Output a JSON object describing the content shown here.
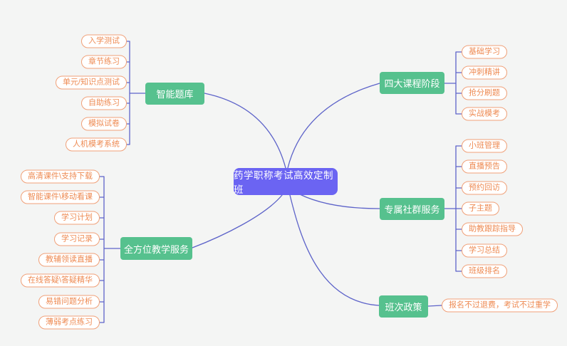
{
  "root": {
    "label": "药学职称考试高效定制班"
  },
  "colors": {
    "background": "#f4f5f4",
    "root_fill": "#6b64f2",
    "branch_fill": "#56c18e",
    "leaf_border": "#f0a078",
    "leaf_text": "#ee8a52",
    "connector_line": "#5d63c9"
  },
  "branches": [
    {
      "label": "智能题库",
      "children": [
        "入学测试",
        "章节练习",
        "单元/知识点测试",
        "自助练习",
        "模拟试卷",
        "人机模考系统"
      ]
    },
    {
      "label": "四大课程阶段",
      "children": [
        "基础学习",
        "冲刺精讲",
        "抢分刷题",
        "实战模考"
      ]
    },
    {
      "label": "专属社群服务",
      "children": [
        "小班管理",
        "直播预告",
        "预约回访",
        "子主题",
        "助教跟踪指导",
        "学习总结",
        "班级排名"
      ]
    },
    {
      "label": "班次政策",
      "children": [
        "报名不过退费，考试不过重学"
      ]
    },
    {
      "label": "全方位教学服务",
      "children": [
        "高清课件\\支持下载",
        "智能课件\\移动看课",
        "学习计划",
        "学习记录",
        "教辅领读直播",
        "在线答疑\\答疑精华",
        "易错问题分析",
        "薄弱考点练习"
      ]
    }
  ]
}
